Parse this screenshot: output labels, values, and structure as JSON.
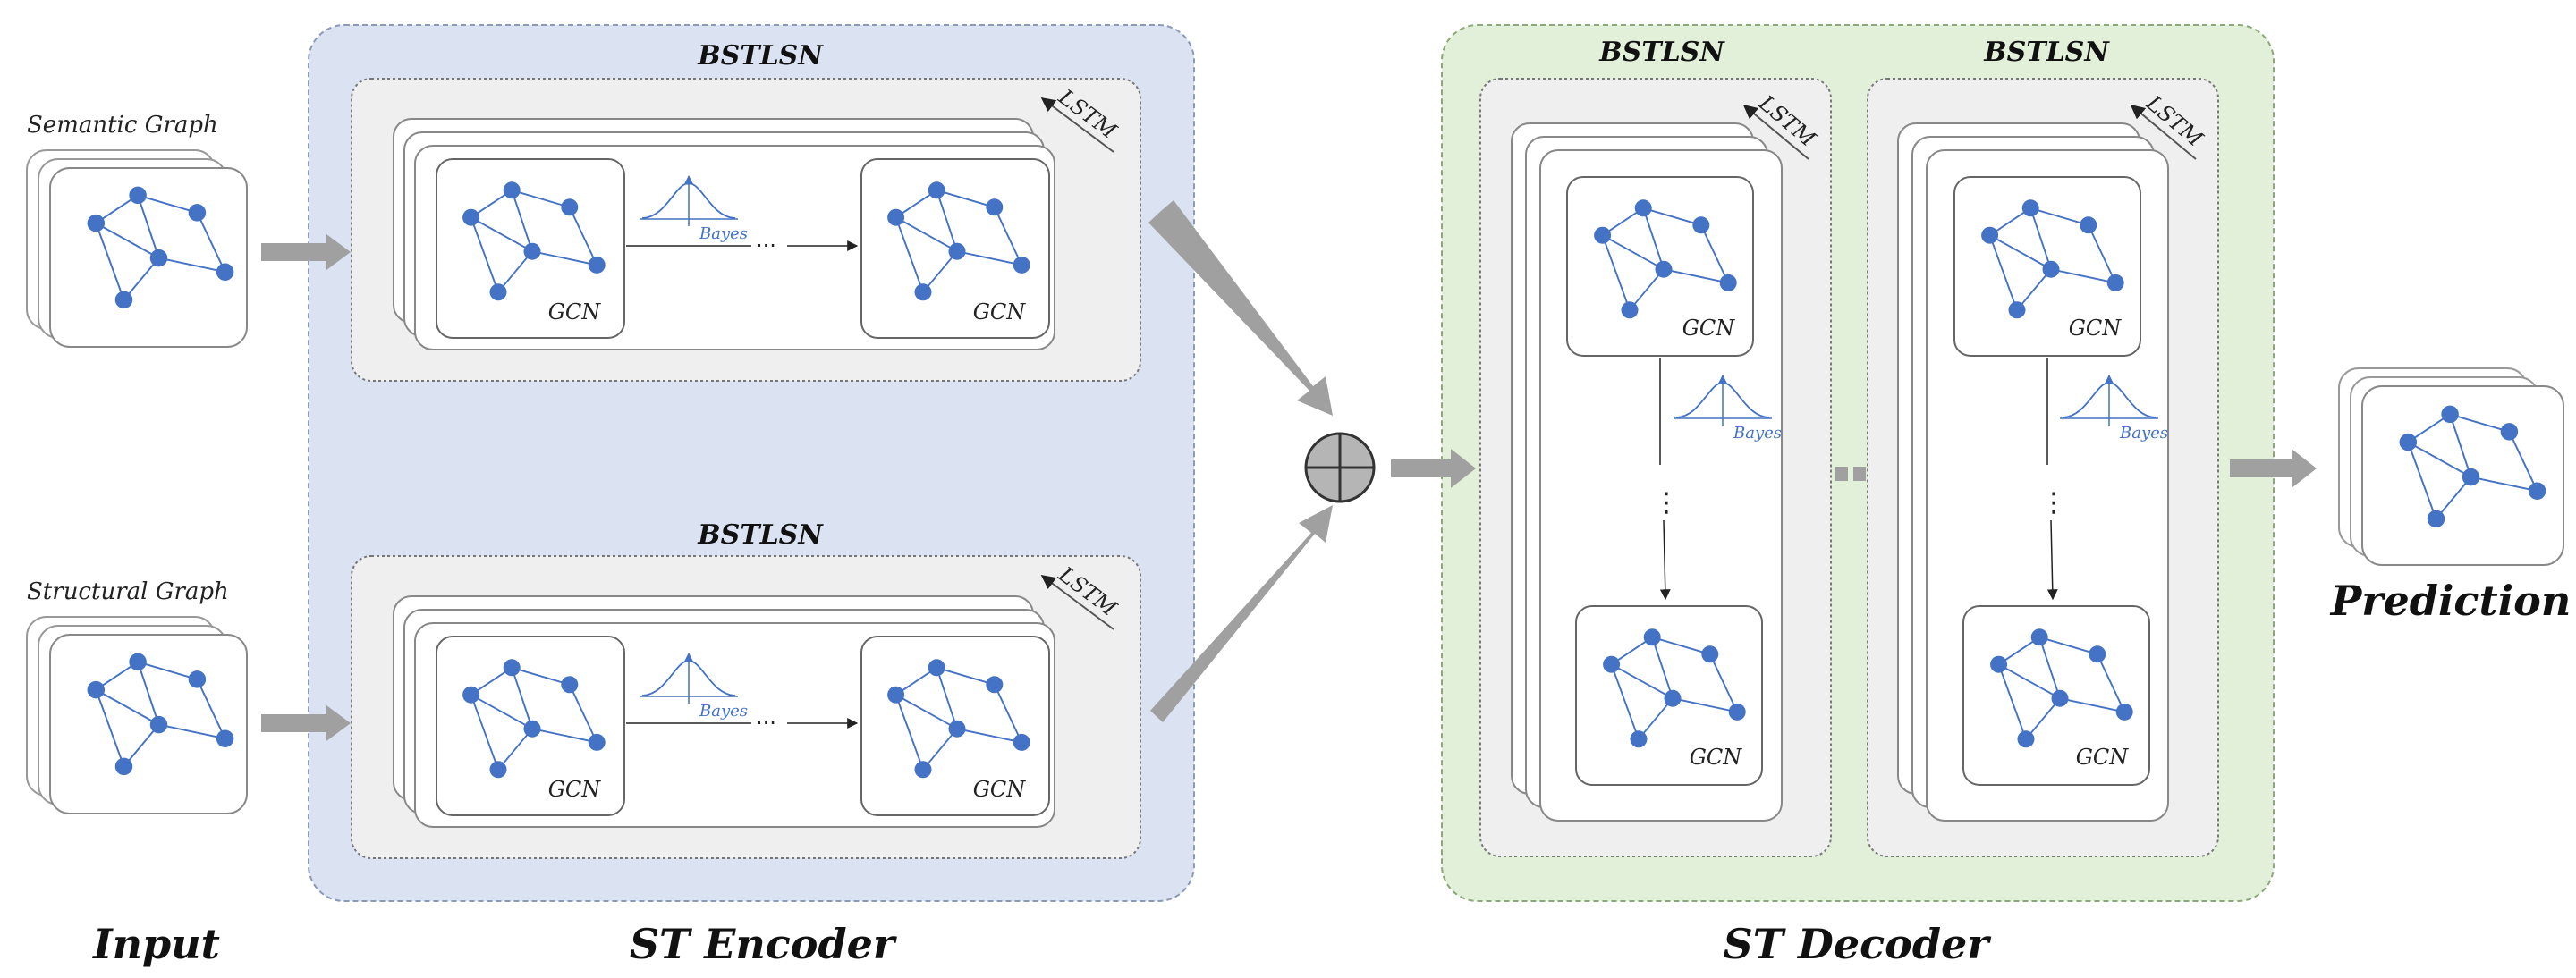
{
  "captions": {
    "input": "Input",
    "encoder": "ST Encoder",
    "decoder": "ST Decoder",
    "prediction": "Prediction"
  },
  "graph_labels": {
    "semantic": "Semantic Graph",
    "structural": "Structural Graph"
  },
  "block_labels": {
    "bstlsn": "BSTLSN",
    "lstm": "LSTM",
    "gcn": "GCN",
    "bayes": "Bayes",
    "ellipsis": "···",
    "vellipsis": "⋮"
  },
  "colors": {
    "encoder_bg": "#dbe3f3",
    "decoder_bg": "#e3f0d9",
    "node": "#4472c4",
    "edge": "#4472c4",
    "arrow": "#a0a0a0",
    "inner_bg": "#efefef"
  }
}
